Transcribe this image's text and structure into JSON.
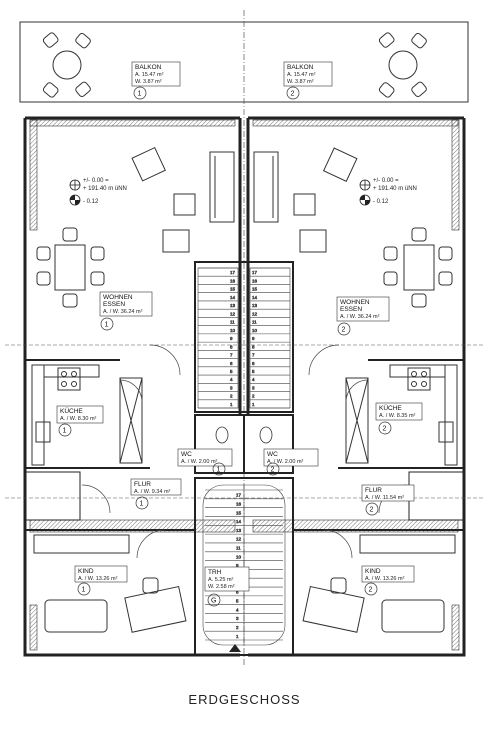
{
  "floor_title": "ERDGESCHOSS",
  "stair_numbers": [
    "1",
    "2",
    "3",
    "4",
    "5",
    "6",
    "7",
    "8",
    "9",
    "10",
    "11",
    "12",
    "13",
    "14",
    "15",
    "16",
    "17"
  ],
  "units": [
    {
      "rooms": {
        "balkon": {
          "name": "BALKON",
          "area": "A.   15.47 m²",
          "perimeter": "W.    3.87 m²",
          "unit_no": "1"
        },
        "wohnen": {
          "name1": "WOHNEN",
          "name2": "ESSEN",
          "area": "A. / W.   36.24 m²",
          "unit_no": "1"
        },
        "kueche": {
          "name": "KÜCHE",
          "area": "A. / W.   8.30 m²",
          "unit_no": "1"
        },
        "wc": {
          "name": "WC",
          "area": "A. / W.  2.00 m²",
          "unit_no": "1"
        },
        "flur": {
          "name": "FLUR",
          "area": "A. / W.   9.34 m²",
          "unit_no": "1"
        },
        "kind": {
          "name": "KIND",
          "area": "A. / W.   13.26 m²",
          "unit_no": "1"
        }
      },
      "elevation": {
        "line1": "+/- 0.00 =",
        "line2": "+ 191.40 m üNN",
        "line3": "- 0.12"
      }
    },
    {
      "rooms": {
        "balkon": {
          "name": "BALKON",
          "area": "A.   15.47 m²",
          "perimeter": "W.    3.87 m²",
          "unit_no": "2"
        },
        "wohnen": {
          "name1": "WOHNEN",
          "name2": "ESSEN",
          "area": "A. / W.   36.24 m²",
          "unit_no": "2"
        },
        "kueche": {
          "name": "KÜCHE",
          "area": "A. / W.   8.35 m²",
          "unit_no": "2"
        },
        "wc": {
          "name": "WC",
          "area": "A. / W.  2.00 m²",
          "unit_no": "2"
        },
        "flur": {
          "name": "FLUR",
          "area": "A. / W.   11.54 m²",
          "unit_no": "2"
        },
        "kind": {
          "name": "KIND",
          "area": "A. / W.   13.26 m²",
          "unit_no": "2"
        }
      },
      "elevation": {
        "line1": "+/- 0.00 =",
        "line2": "+ 191.40 m üNN",
        "line3": "- 0.12"
      }
    }
  ],
  "shared": {
    "trh": {
      "name": "TRH",
      "area": "A.   5.25 m²",
      "perimeter": "W.   2.58 m²",
      "marker": "G"
    }
  }
}
